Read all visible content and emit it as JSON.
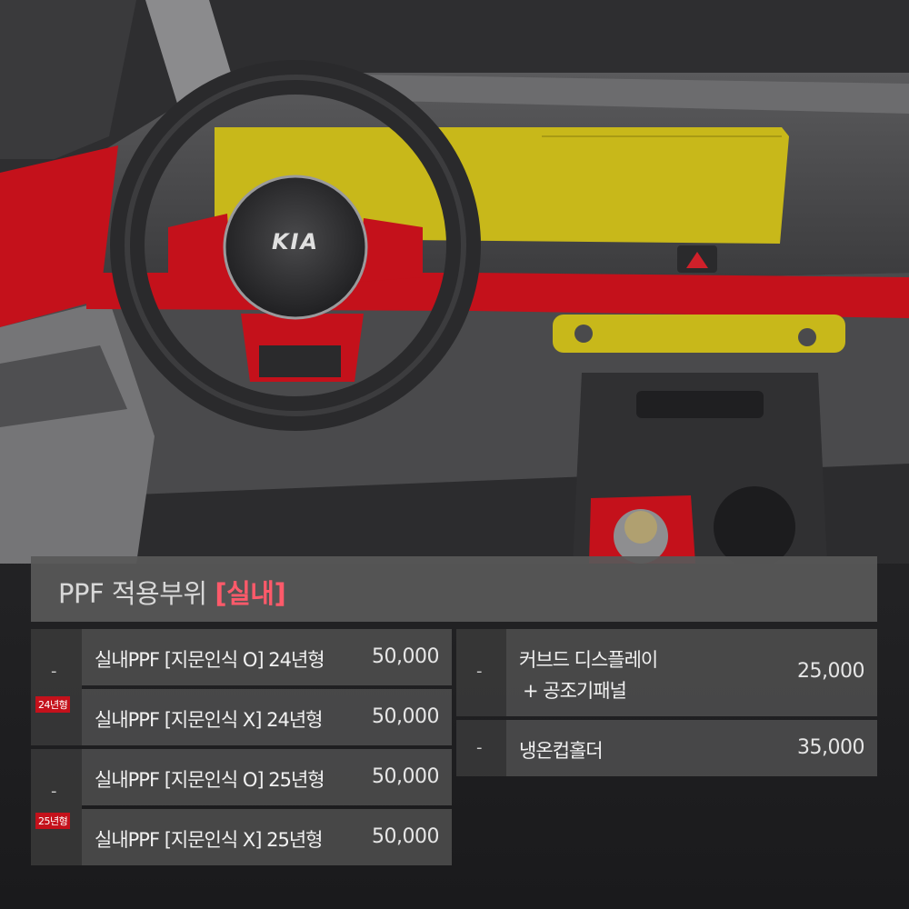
{
  "brand_logo": "KIA",
  "heading": {
    "prefix": "PPF 적용부위",
    "highlight": "[실내]"
  },
  "dash_symbol": "-",
  "left_groups": [
    {
      "badge": "24년형",
      "items": [
        {
          "label": "실내PPF [지문인식 O] 24년형",
          "price": "50,000"
        },
        {
          "label": "실내PPF [지문인식 X] 24년형",
          "price": "50,000"
        }
      ]
    },
    {
      "badge": "25년형",
      "items": [
        {
          "label": "실내PPF [지문인식 O] 25년형",
          "price": "50,000"
        },
        {
          "label": "실내PPF [지문인식 X] 25년형",
          "price": "50,000"
        }
      ]
    }
  ],
  "right_items": [
    {
      "label_line1": "커브드 디스플레이",
      "label_line2": "+ 공조기패널",
      "price": "25,000"
    },
    {
      "label": "냉온컵홀더",
      "price": "35,000"
    }
  ],
  "colors": {
    "ppf_red": "#c4111b",
    "ppf_yellow": "#c8b81a",
    "highlight": "#ff5a6a"
  }
}
